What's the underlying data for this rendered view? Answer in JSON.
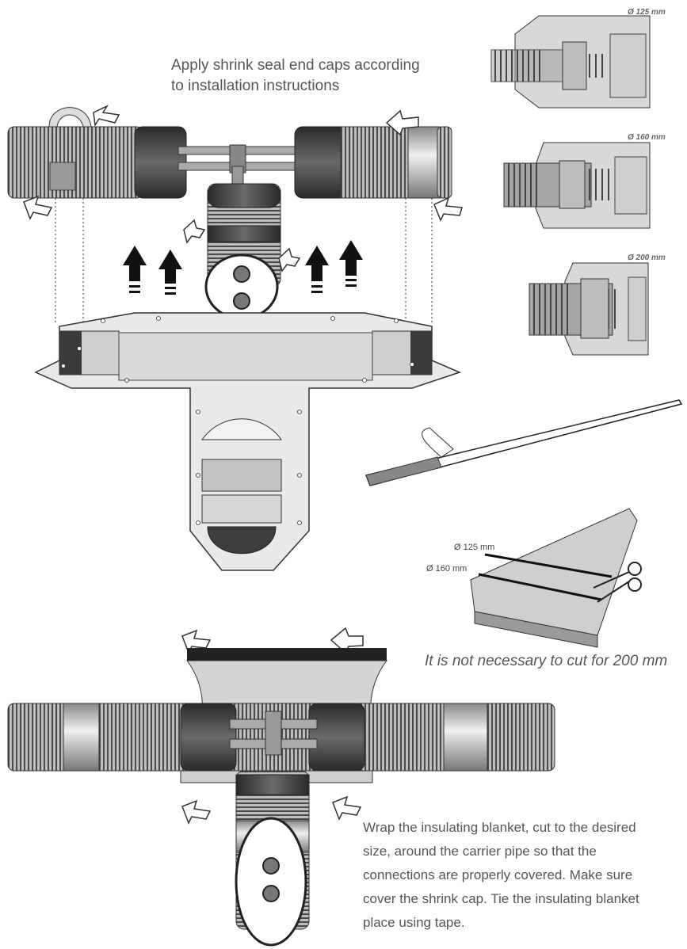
{
  "captions": {
    "top": "Apply shrink seal end caps according to installation instructions",
    "top_line1": "Apply shrink seal end caps according",
    "top_line2": "to installation instructions",
    "cut_note": "It is not necessary to cut for 200 mm",
    "wrap_line1": "Wrap the insulating blanket, cut to the desired",
    "wrap_line2": "size, around the carrier pipe so that the",
    "wrap_line3": "connections are properly covered. Make sure",
    "wrap_line4": "cover the shrink cap. Tie the insulating blanket",
    "wrap_line5": "place using tape."
  },
  "cap_sizes": [
    {
      "label": "Ø 125 mm"
    },
    {
      "label": "Ø 160 mm"
    },
    {
      "label": "Ø 200 mm"
    }
  ],
  "blanket_marks": {
    "first": "Ø 125 mm",
    "second": "Ø 160 mm"
  },
  "colors": {
    "pipe_dark": "#3a3a3a",
    "pipe_mid": "#8a8a8a",
    "pipe_light": "#d8d8d8",
    "housing": "#e6e6e6",
    "foam": "#c9c9c9",
    "text": "#555555"
  },
  "icons": [
    "rotate-arrow-icon",
    "up-arrow-icon",
    "scissors-icon",
    "tape-strip-icon"
  ]
}
